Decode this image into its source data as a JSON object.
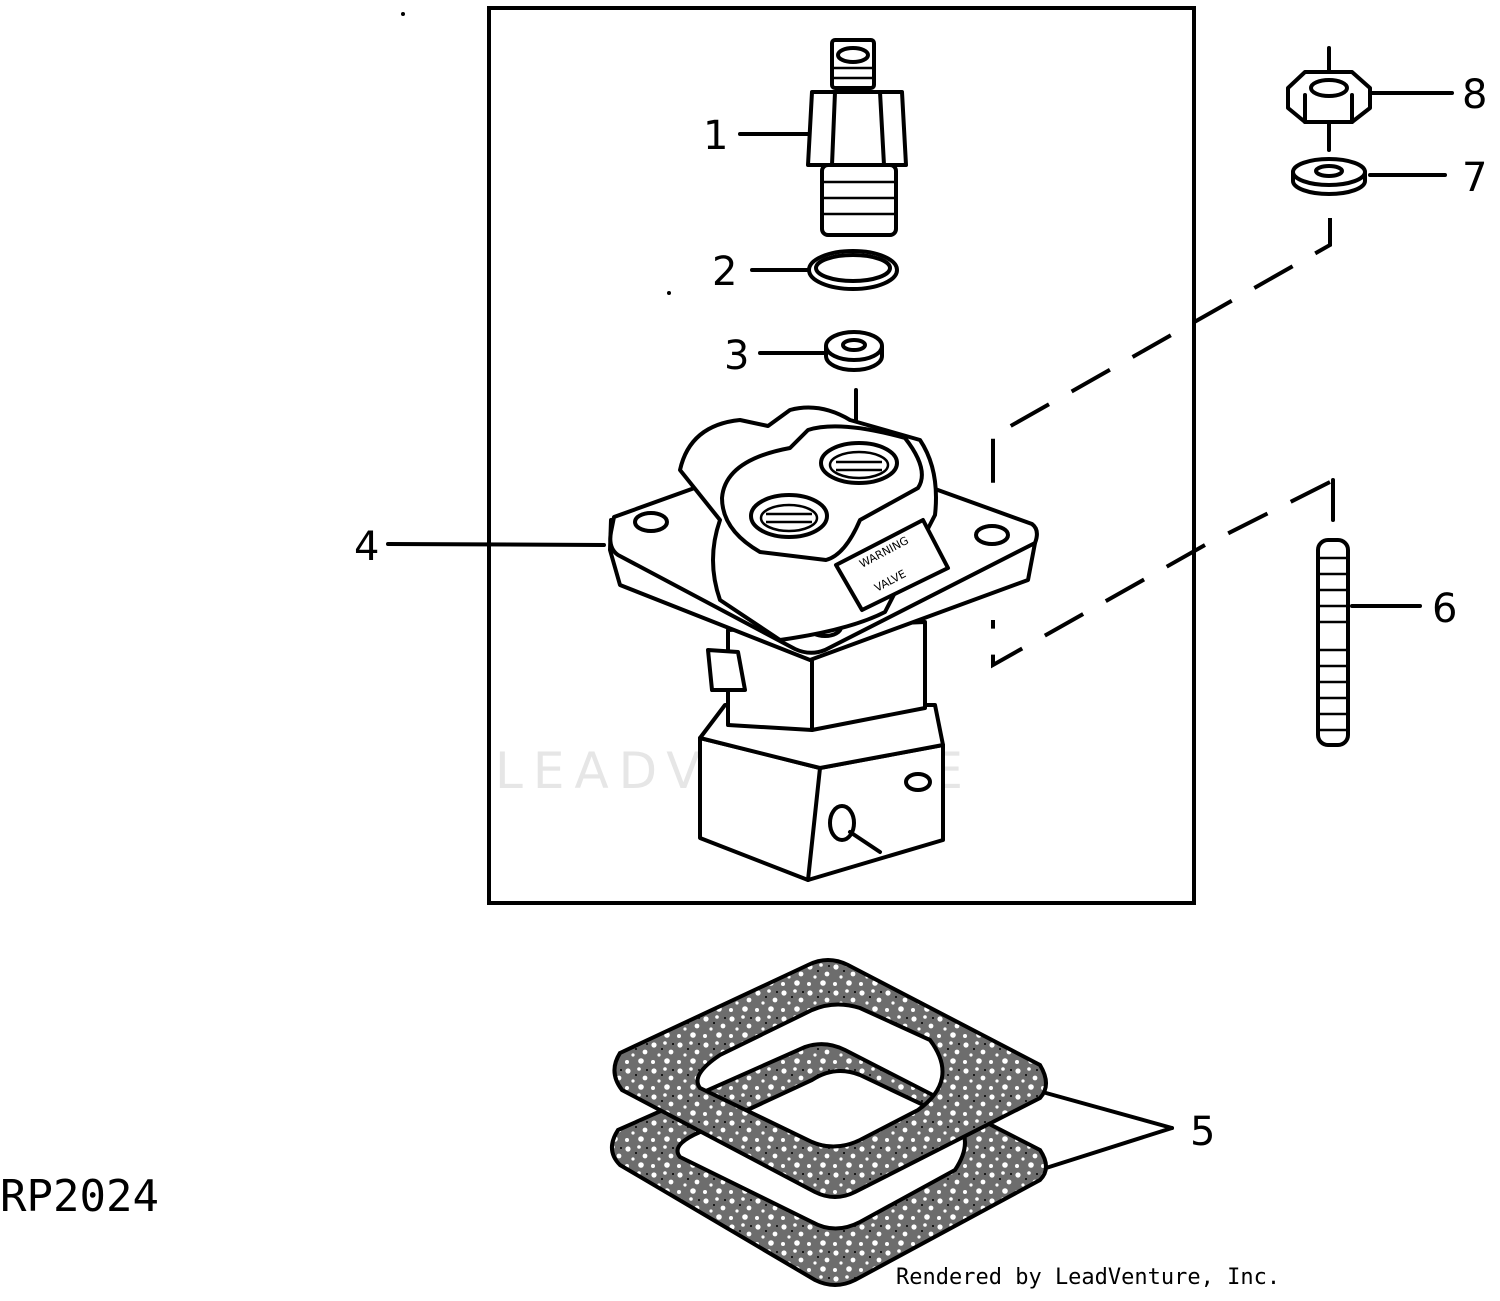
{
  "diagram": {
    "callouts": {
      "c1": "1",
      "c2": "2",
      "c3": "3",
      "c4": "4",
      "c5": "5",
      "c6": "6",
      "c7": "7",
      "c8": "8"
    },
    "figure_id": "RP2024",
    "watermark": "LEADVENTURE",
    "credit": "Rendered by LeadVenture, Inc.",
    "plate_text_1": "WARNING",
    "plate_text_2": "VALVE"
  }
}
